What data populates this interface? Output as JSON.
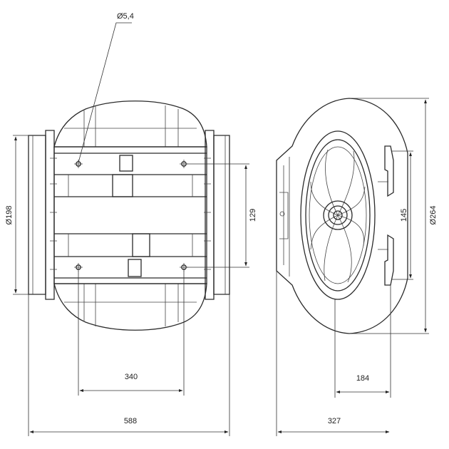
{
  "labels": {
    "bolt_hole": "Ø5,4",
    "outer_dia_left": "Ø198",
    "mount_height": "129",
    "mount_span": "340",
    "total_length": "588",
    "inner_height": "145",
    "outer_dia_right": "Ø264",
    "depth_mount": "184",
    "total_depth": "327"
  }
}
